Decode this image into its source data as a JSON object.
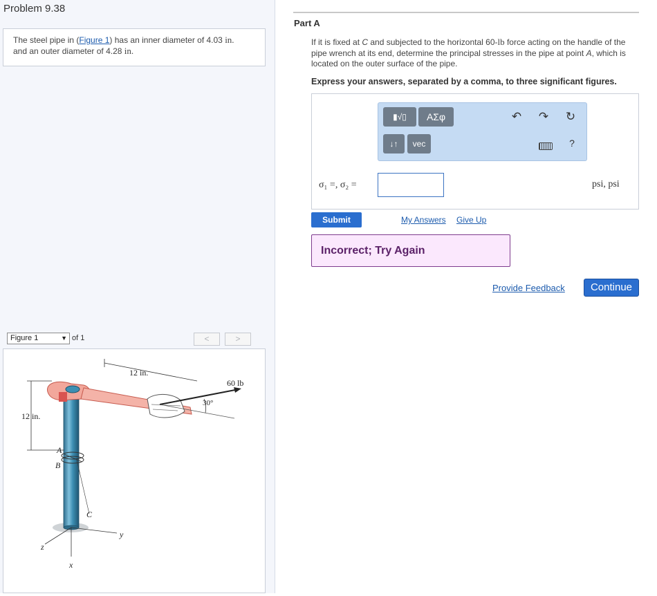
{
  "problem": {
    "title": "Problem 9.38",
    "text_1": "The steel pipe in (",
    "figure_link": "Figure 1",
    "text_2": ") has an inner diameter of 4.03 ",
    "unit_1": "in.",
    "text_3": "and an outer diameter of 4.28 ",
    "unit_2": "in."
  },
  "figure_nav": {
    "select_value": "Figure 1",
    "of_label": "of 1",
    "prev_label": "<",
    "next_label": ">"
  },
  "figure": {
    "dim_top": "12 in.",
    "dim_left": "12 in.",
    "force": "60 lb",
    "angle": "30°",
    "label_a": "A",
    "label_b": "B",
    "label_c": "C",
    "axis_x": "x",
    "axis_y": "y",
    "axis_z": "z"
  },
  "part": {
    "title": "Part A",
    "question_1": "If it is fixed at ",
    "point_c": "C",
    "question_2": " and subjected to the horizontal 60-",
    "force_unit": "lb",
    "question_3": " force acting on the handle of the pipe wrench at its end, determine the principal stresses in the pipe at point ",
    "point_a": "A",
    "question_4": ", which is located on the outer surface of the pipe.",
    "instruction": "Express your answers, separated by a comma, to three significant figures."
  },
  "toolbar": {
    "templates_label": "▮√▯",
    "greek_label": "ΑΣφ",
    "arrows_label": "↓↑",
    "vec_label": "vec",
    "undo_icon": "undo-icon",
    "redo_icon": "redo-icon",
    "reset_icon": "reset-icon",
    "keyboard_icon": "keyboard-icon",
    "help_label": "?"
  },
  "answer": {
    "label": "σ₁ =, σ₂ =",
    "value": "",
    "units": "psi, psi"
  },
  "actions": {
    "submit": "Submit",
    "my_answers": "My Answers",
    "give_up": "Give Up",
    "feedback": "Incorrect; Try Again",
    "provide_feedback": "Provide Feedback",
    "continue": "Continue"
  },
  "colors": {
    "accent": "#2a6ecf",
    "feedback_bg": "#fbe8fd",
    "feedback_border": "#7d3b8d",
    "toolbar_bg": "#c5dbf3"
  }
}
